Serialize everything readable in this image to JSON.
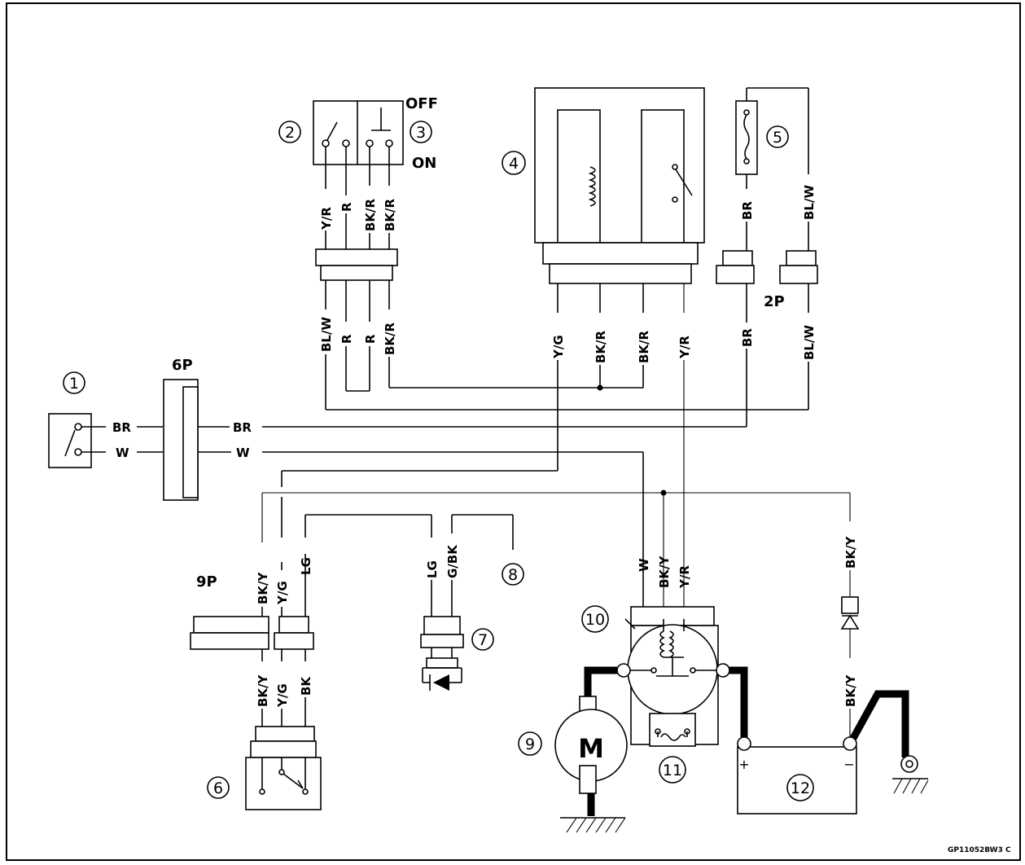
{
  "labels": {
    "off": "OFF",
    "on": "ON",
    "conn_6p": "6P",
    "conn_2p": "2P",
    "conn_9p": "9P",
    "motor": "M",
    "plus": "+",
    "minus": "−",
    "code": "GP11052BW3 C"
  },
  "callouts": [
    "1",
    "2",
    "3",
    "4",
    "5",
    "6",
    "7",
    "8",
    "9",
    "10",
    "11",
    "12"
  ],
  "wires": {
    "sw_yr": "Y/R",
    "sw_r": "R",
    "sw_bkr1": "BK/R",
    "sw_bkr2": "BK/R",
    "cn_blw": "BL/W",
    "cn_r1": "R",
    "cn_r2": "R",
    "cn_bkr": "BK/R",
    "rl_yg": "Y/G",
    "rl_bkr1": "BK/R",
    "rl_bkr2": "BK/R",
    "rl_yr": "Y/R",
    "fu_br": "BR",
    "fu_blw": "BL/W",
    "lo_br": "BR",
    "lo_blw": "BL/W",
    "s1_br": "BR",
    "s1_w": "W",
    "p6_br": "BR",
    "p6_w": "W",
    "u9_bky": "BK/Y",
    "u9_yg": "Y/G",
    "u9_lg": "LG",
    "d9_bky": "BK/Y",
    "d9_yg": "Y/G",
    "d9_bk": "BK",
    "s7_lg": "LG",
    "s7_gbk": "G/BK",
    "st_w": "W",
    "st_bky": "BK/Y",
    "st_yr": "Y/R",
    "gd_bky1": "BK/Y",
    "gd_bky2": "BK/Y"
  }
}
